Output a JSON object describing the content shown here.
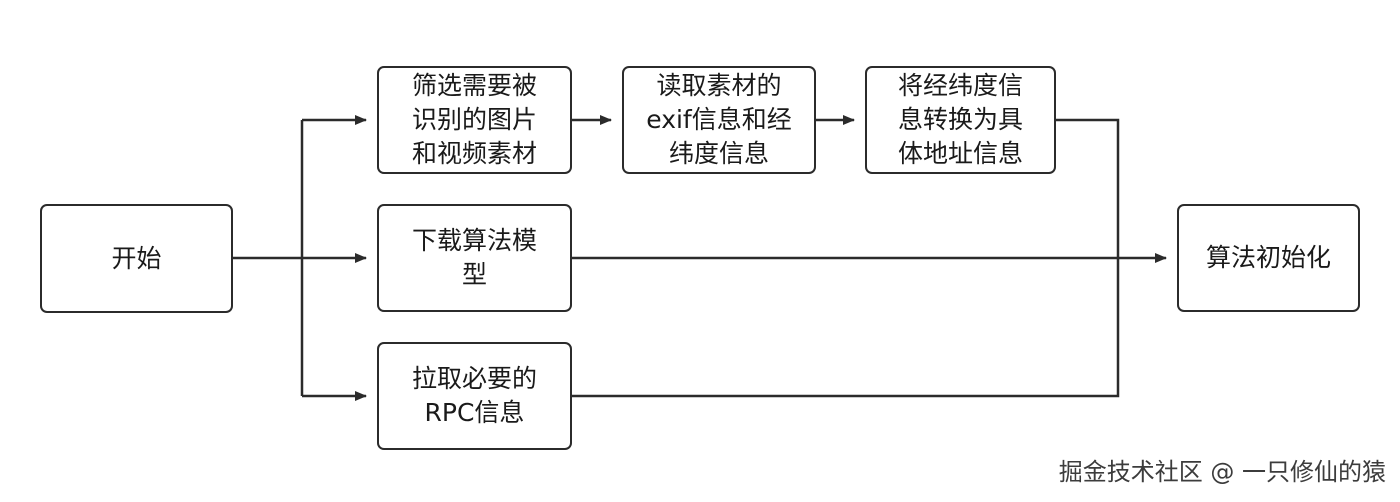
{
  "nodes": {
    "start": "开始",
    "filter": "筛选需要被\n识别的图片\n和视频素材",
    "read_exif": "读取素材的\nexif信息和经\n纬度信息",
    "geocode": "将经纬度信\n息转换为具\n体地址信息",
    "download_model": "下载算法模\n型",
    "fetch_rpc": "拉取必要的\nRPC信息",
    "init": "算法初始化"
  },
  "watermark": "掘金技术社区 @ 一只修仙的猿",
  "colors": {
    "stroke": "#2b2b2b",
    "text": "#1a1a1a",
    "background": "#ffffff"
  }
}
